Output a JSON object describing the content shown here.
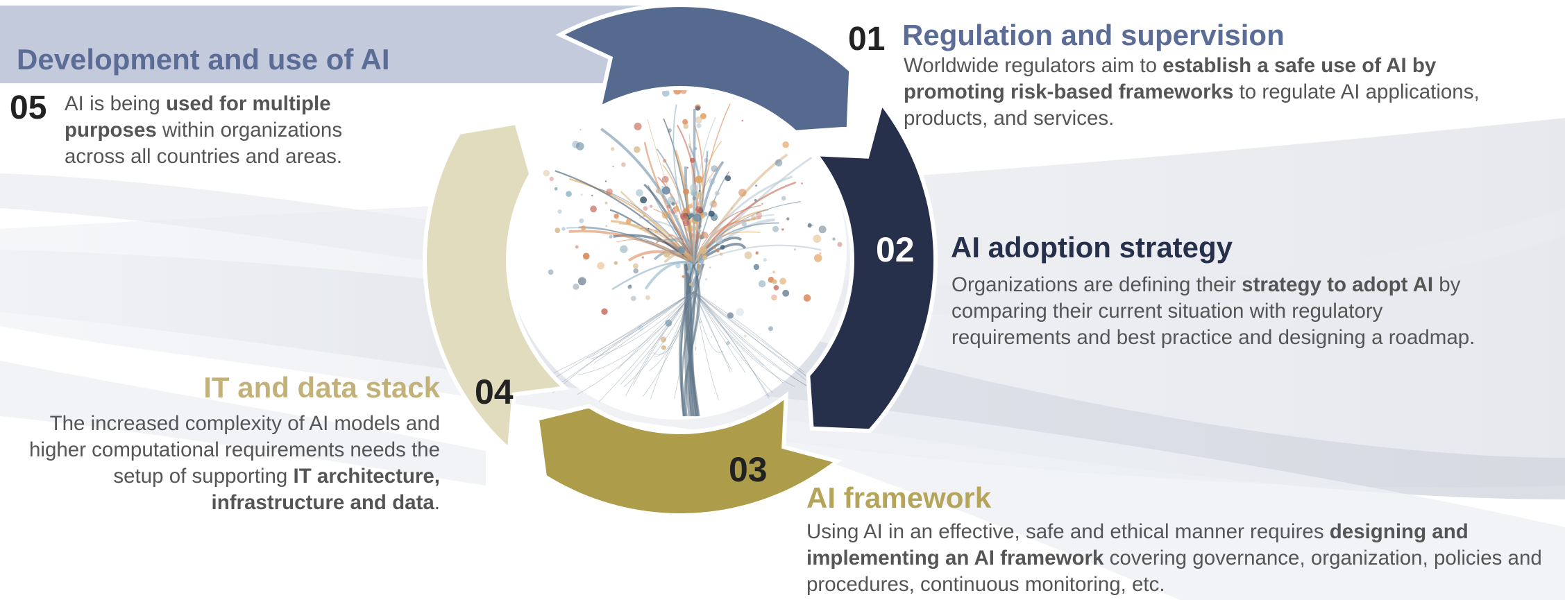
{
  "colors": {
    "segment_01": "#56698f",
    "segment_02": "#27304a",
    "segment_03": "#ad9c4a",
    "segment_04": "#e2dcbf",
    "banner": "#c3cadb",
    "title_01": "#5b6d96",
    "title_02": "#27304a",
    "title_03": "#b5a55a",
    "title_04": "#c2b27a",
    "banner_title": "#5b6d96",
    "body_text": "#555555"
  },
  "banner": {
    "title": "Development and use of AI"
  },
  "steps": [
    {
      "number": "01",
      "title": "Regulation and supervision",
      "text": [
        {
          "t": "Worldwide regulators aim to "
        },
        {
          "t": "establish a safe use of AI by promoting risk-based frameworks",
          "bold": true
        },
        {
          "t": " to regulate AI applications, products, and services."
        }
      ]
    },
    {
      "number": "02",
      "title": "AI adoption strategy",
      "text": [
        {
          "t": "Organizations are defining their "
        },
        {
          "t": "strategy to adopt AI",
          "bold": true
        },
        {
          "t": " by comparing their current situation with regulatory requirements and best practice and designing a roadmap."
        }
      ]
    },
    {
      "number": "03",
      "title": "AI framework",
      "text": [
        {
          "t": "Using AI in an effective, safe and ethical manner requires "
        },
        {
          "t": "designing and implementing an AI framework",
          "bold": true
        },
        {
          "t": " covering governance, organization, policies and procedures, continuous monitoring, etc."
        }
      ]
    },
    {
      "number": "04",
      "title": "IT and data stack",
      "text": [
        {
          "t": "The increased complexity of AI models and higher computational requirements needs the setup of supporting "
        },
        {
          "t": "IT architecture, infrastructure and data",
          "bold": true
        },
        {
          "t": "."
        }
      ]
    },
    {
      "number": "05",
      "title": "",
      "text": [
        {
          "t": "AI is being "
        },
        {
          "t": "used for multiple purposes",
          "bold": true
        },
        {
          "t": " within organizations across all countries and areas."
        }
      ]
    }
  ],
  "illustration": {
    "icon": "ai-network-tree-illustration"
  }
}
